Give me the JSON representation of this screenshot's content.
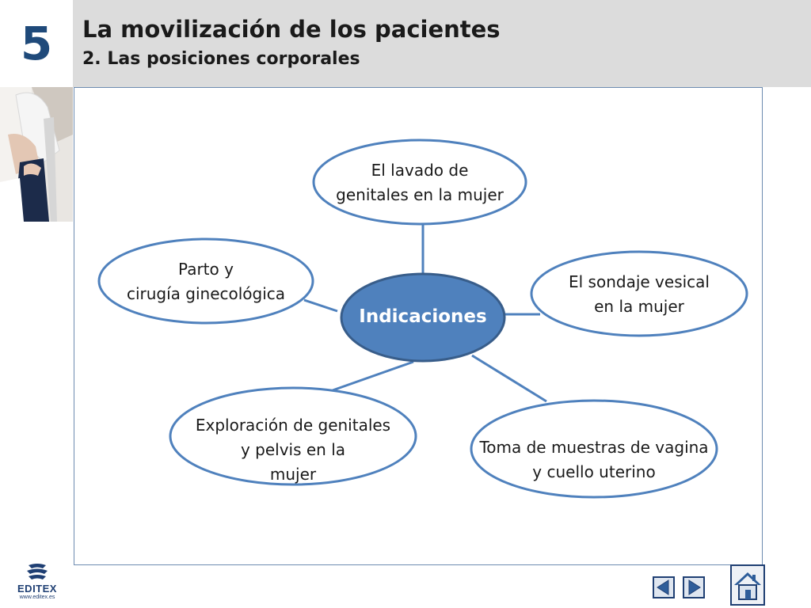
{
  "header": {
    "unit_number": "5",
    "title": "La movilización de los pacientes",
    "subtitle": "2. Las posiciones corporales"
  },
  "diagram": {
    "center": "Indicaciones",
    "nodes": [
      {
        "id": "lavado",
        "label": "El lavado de\ngenitales en la mujer"
      },
      {
        "id": "parto",
        "label": "Parto y\ncirugía ginecológica"
      },
      {
        "id": "sondaje",
        "label": "El sondaje vesical\nen la mujer"
      },
      {
        "id": "exploracion",
        "label": "Exploración de genitales\ny pelvis en la\nmujer"
      },
      {
        "id": "muestras",
        "label": "Toma de muestras de vagina\ny cuello uterino"
      }
    ],
    "colors": {
      "center_fill": "#4f81bd",
      "center_stroke": "#385d8a",
      "node_stroke": "#4f81bd",
      "connector": "#4f81bd"
    }
  },
  "footer": {
    "logo_text": "EDITEX",
    "logo_url": "www.editex.es",
    "prev_icon": "arrow-left-icon",
    "next_icon": "arrow-right-icon",
    "home_icon": "home-icon"
  }
}
